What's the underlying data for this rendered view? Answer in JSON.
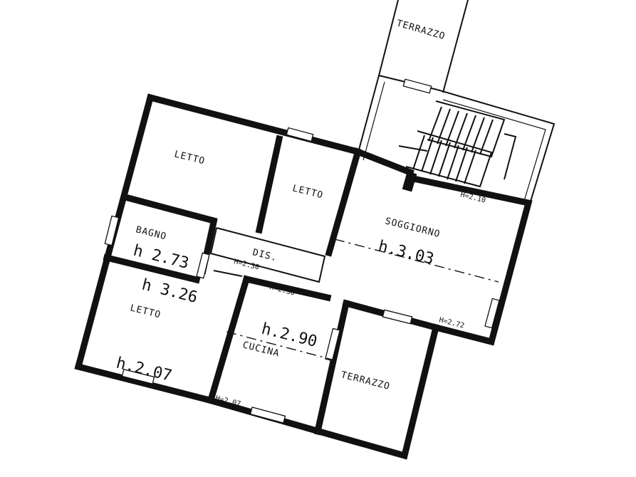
{
  "rooms": {
    "terrazzo_top": "TERRAZZO",
    "letto_left": "LETTO",
    "letto_mid": "LETTO",
    "soggiorno": "SOGGIORNO",
    "bagno": "BAGNO",
    "dis": "DIS.",
    "letto_bottom": "LETTO",
    "cucina": "CUCINA",
    "terrazzo_bottom": "TERRAZZO"
  },
  "heights": {
    "soggiorno_main": "h.3.03",
    "soggiorno_top": "H=2.10",
    "soggiorno_right": "H=2.72",
    "bagno": "h 2.73",
    "dis": "H=2.30",
    "dis_lower": "H=2.30",
    "letto_bottom_top": "h 3.26",
    "letto_bottom_low": "h.2.07",
    "cucina": "h.2.90",
    "cucina_low": "H=2.07"
  }
}
